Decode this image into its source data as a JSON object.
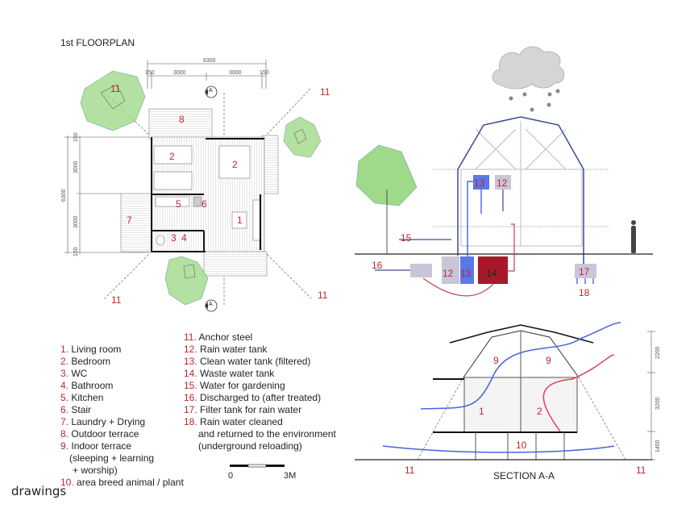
{
  "floorplan": {
    "title": "1st FLOORPLAN",
    "dims_top": {
      "total": "6300",
      "parts": [
        "150",
        "3000",
        "3000",
        "150"
      ]
    },
    "dims_left": {
      "total": "6300",
      "parts": [
        "150",
        "3000",
        "3000",
        "150"
      ]
    },
    "section_marker": "A",
    "room_labels": {
      "r1": "1",
      "r2a": "2",
      "r2b": "2",
      "r3": "3",
      "r4": "4",
      "r5": "5",
      "r6": "6",
      "r7": "7",
      "r8": "8"
    },
    "anchor_labels": [
      "11",
      "11",
      "11",
      "11"
    ]
  },
  "legend_left": [
    {
      "num": "1.",
      "label": "Living room"
    },
    {
      "num": "2.",
      "label": "Bedroom"
    },
    {
      "num": "3.",
      "label": "WC"
    },
    {
      "num": "4.",
      "label": "Bathroom"
    },
    {
      "num": "5.",
      "label": "Kitchen"
    },
    {
      "num": "6.",
      "label": "Stair"
    },
    {
      "num": "7.",
      "label": "Laundry + Drying"
    },
    {
      "num": "8.",
      "label": "Outdoor terrace"
    },
    {
      "num": "9.",
      "label": "Indoor terrace",
      "extra": [
        "(sleeping + learning",
        "+ worship)"
      ]
    },
    {
      "num": "10.",
      "label": "area breed animal / plant"
    }
  ],
  "legend_right": [
    {
      "num": "11.",
      "label": "Anchor steel"
    },
    {
      "num": "12.",
      "label": "Rain water tank"
    },
    {
      "num": "13.",
      "label": "Clean water tank (filtered)"
    },
    {
      "num": "14.",
      "label": "Waste water tank"
    },
    {
      "num": "15.",
      "label": "Water for gardening"
    },
    {
      "num": "16.",
      "label": "Discharged to (after treated)"
    },
    {
      "num": "17.",
      "label": "Filter tank for rain water"
    },
    {
      "num": "18.",
      "label": "Rain water cleaned",
      "extra": [
        "and returned to the environment",
        "(underground reloading)"
      ]
    }
  ],
  "scale_bar": {
    "start": "0",
    "end": "3M"
  },
  "water_diagram": {
    "labels": {
      "l12a": "12",
      "l13a": "13",
      "l12b": "12",
      "l13b": "13",
      "l14": "14",
      "l15": "15",
      "l16": "16",
      "l17": "17",
      "l18": "18"
    }
  },
  "section": {
    "title": "SECTION A-A",
    "labels": {
      "l1": "1",
      "l2": "2",
      "l9a": "9",
      "l9b": "9",
      "l10": "10",
      "l11a": "11",
      "l11b": "11"
    },
    "dims": [
      "2200",
      "3200",
      "1450"
    ]
  },
  "caption": "drawings",
  "colors": {
    "accent_red": "#c0262d",
    "tree_green": "#9fd98a",
    "flow_blue": "#3a4a9a",
    "clean_blue": "#5a78e8",
    "waste_red": "#a8182a"
  }
}
